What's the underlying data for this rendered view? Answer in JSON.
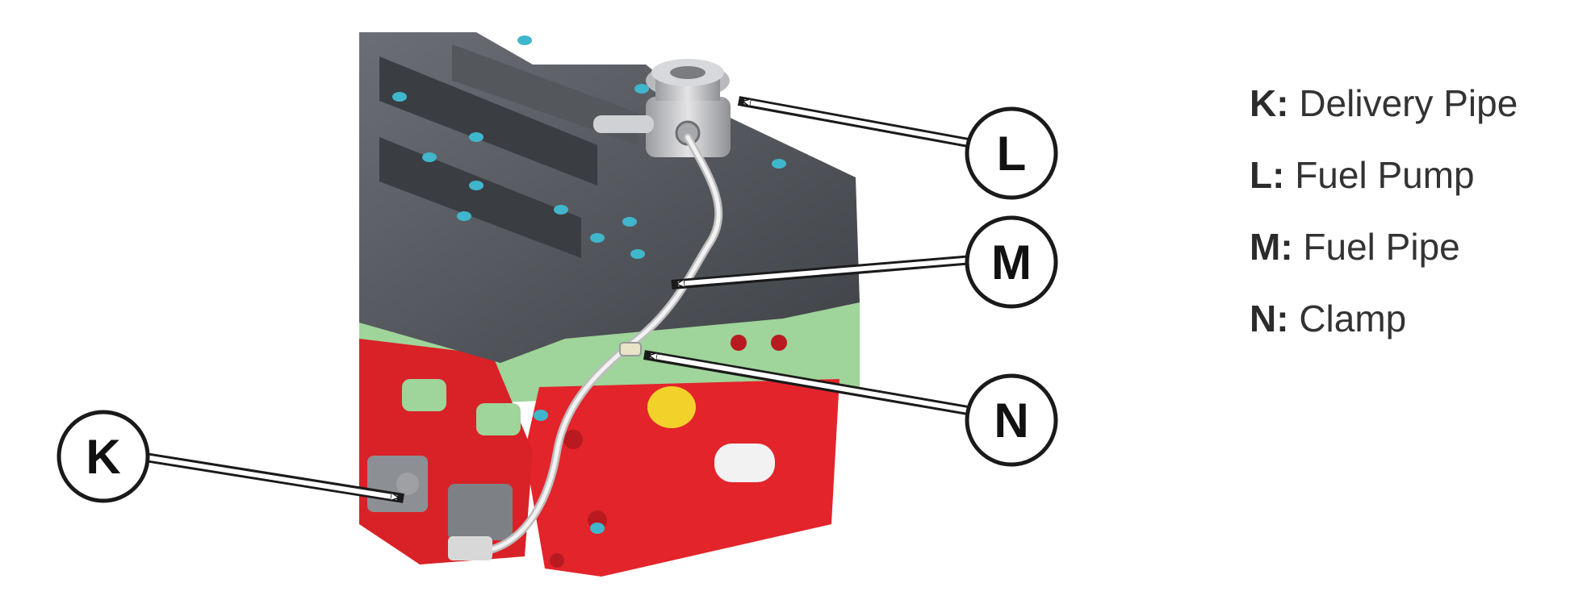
{
  "callouts": [
    {
      "letter": "K"
    },
    {
      "letter": "L"
    },
    {
      "letter": "M"
    },
    {
      "letter": "N"
    }
  ],
  "legend": [
    {
      "key": "K:",
      "text": "Delivery Pipe"
    },
    {
      "key": "L:",
      "text": "Fuel Pump"
    },
    {
      "key": "M:",
      "text": "Fuel Pipe"
    },
    {
      "key": "N:",
      "text": "Clamp"
    }
  ],
  "colors": {
    "engine_dark": "#4a4d52",
    "cover_gray": "#5e6167",
    "bolt_cyan": "#3fb6cc",
    "gasket_red": "#e3242b",
    "seal_green": "#9fd49a",
    "pipe_silver": "#e6e6e6",
    "callout_fill": "#ffffff",
    "callout_stroke": "#1a1a1a"
  },
  "icons": [
    "engine-illustration",
    "fuel-pump-icon",
    "delivery-pipe-icon",
    "clamp-icon"
  ]
}
